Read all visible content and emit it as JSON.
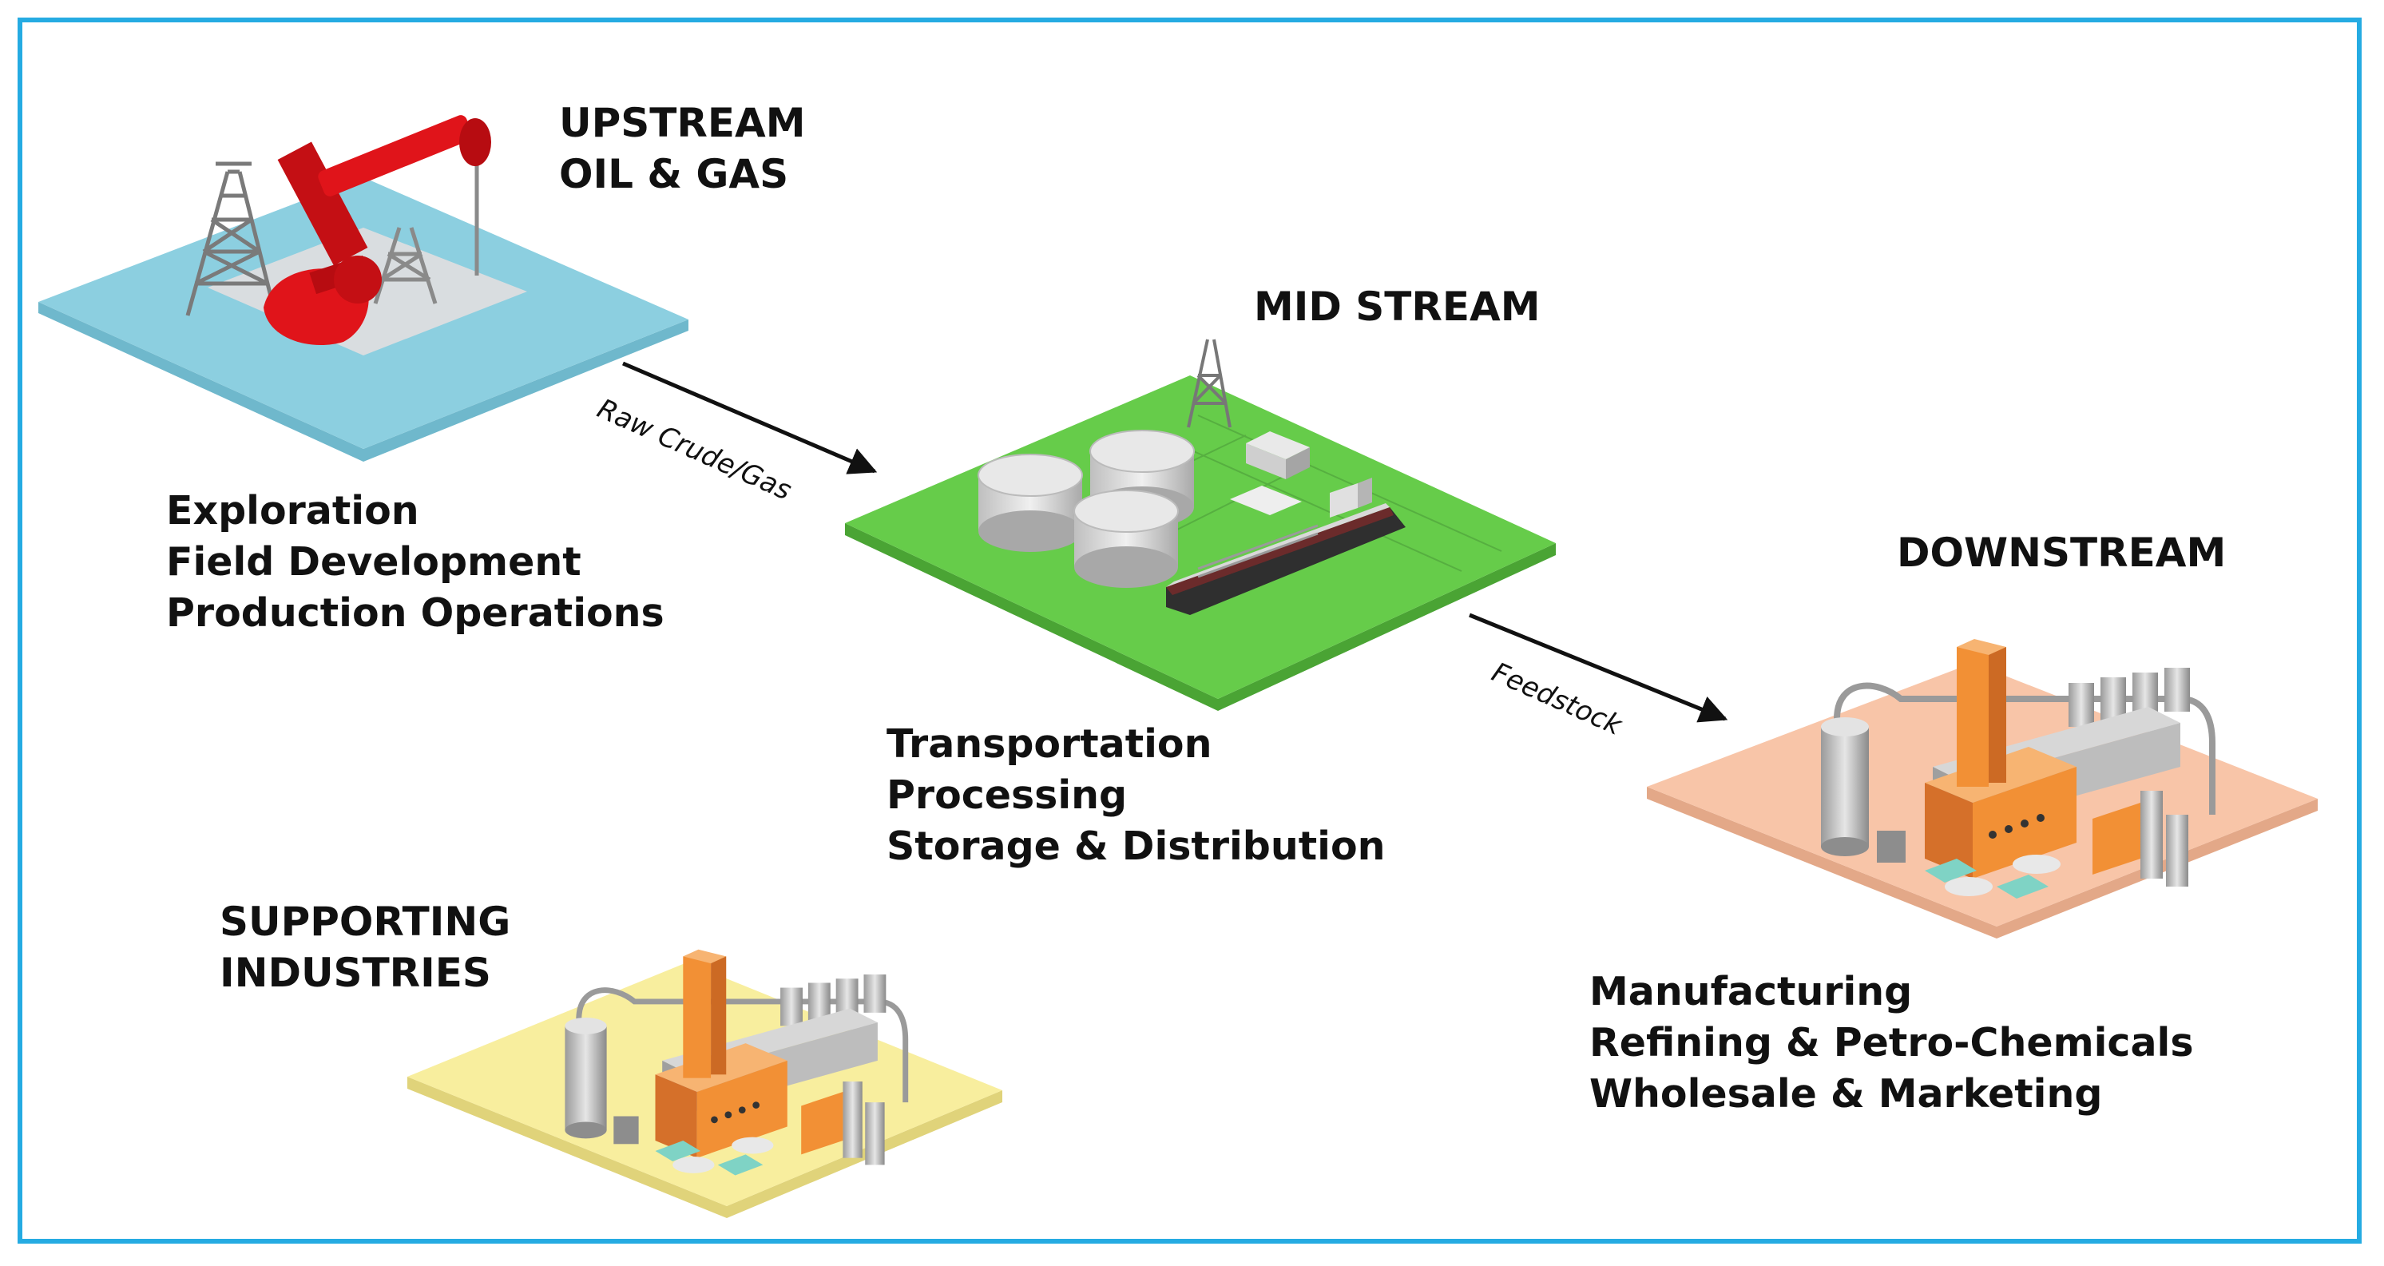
{
  "stages": {
    "upstream": {
      "title_lines": [
        "UPSTREAM",
        "OIL & GAS"
      ],
      "items": [
        "Exploration",
        "Field Development",
        "Production Operations"
      ],
      "platform_color": "#8CCFE0",
      "icon": "pumpjack-and-derrick-icon"
    },
    "midstream": {
      "title_lines": [
        "MID STREAM"
      ],
      "items": [
        "Transportation",
        "Processing",
        "Storage & Distribution"
      ],
      "platform_color": "#66CC4A",
      "icon": "storage-tanks-and-tanker-icon"
    },
    "downstream": {
      "title_lines": [
        "DOWNSTREAM"
      ],
      "items": [
        "Manufacturing",
        "Refining & Petro-Chemicals",
        "Wholesale & Marketing"
      ],
      "platform_color": "#F8C5A8",
      "icon": "refinery-plant-icon"
    },
    "supporting": {
      "title_lines": [
        "SUPPORTING",
        "INDUSTRIES"
      ],
      "platform_color": "#F8EE9E",
      "icon": "refinery-plant-icon"
    }
  },
  "flows": [
    {
      "label": "Raw Crude/Gas",
      "from": "upstream",
      "to": "midstream"
    },
    {
      "label": "Feedstock",
      "from": "midstream",
      "to": "downstream"
    }
  ],
  "colors": {
    "border": "#25ABE2",
    "pumpjack": "#E0141A",
    "plant_orange": "#F29035"
  }
}
